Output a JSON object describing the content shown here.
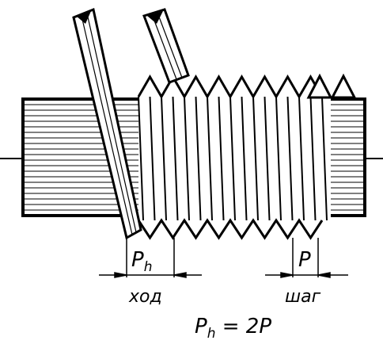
{
  "labels": {
    "lead_symbol": "P",
    "lead_subscript": "h",
    "lead_word": "ход",
    "pitch_symbol": "P",
    "pitch_word": "шаг",
    "formula_symbol": "P",
    "formula_subscript": "h",
    "formula_rhs": " = 2P"
  }
}
